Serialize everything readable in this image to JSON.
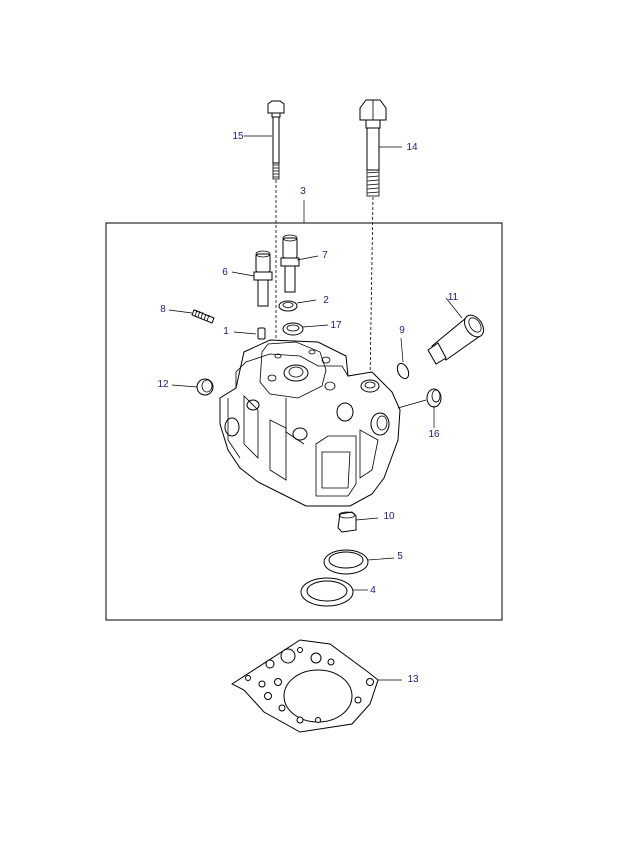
{
  "diagram": {
    "callouts": {
      "p1": "1",
      "p2": "2",
      "p3": "3",
      "p4": "4",
      "p5": "5",
      "p6": "6",
      "p7": "7",
      "p8": "8",
      "p9": "9",
      "p10": "10",
      "p11": "11",
      "p12": "12",
      "p13": "13",
      "p14": "14",
      "p15": "15",
      "p16": "16",
      "p17": "17"
    },
    "colors": {
      "callout_text": "#1a1a8c",
      "line": "#000000",
      "background": "#ffffff"
    }
  }
}
